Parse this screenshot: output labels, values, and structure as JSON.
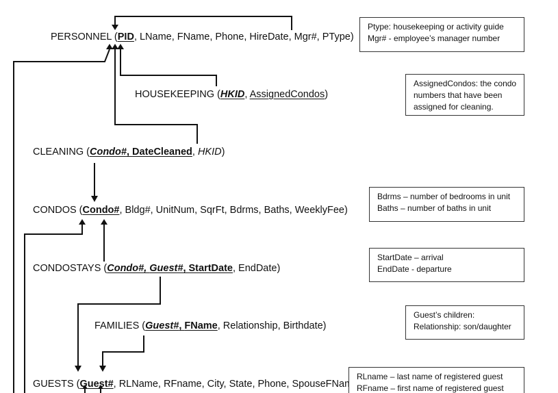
{
  "relations": {
    "personnel": {
      "name": "PERSONNEL",
      "key": "PID",
      "rest": ", LName, FName, Phone, HireDate, Mgr#, PType)"
    },
    "housekeeping": {
      "name": "HOUSEKEEPING",
      "key": "HKID",
      "sep": ", ",
      "key2": "AssignedCondos",
      "close": ")"
    },
    "cleaning": {
      "name": "CLEANING",
      "k1": "Condo#",
      "sep": ", ",
      "k2": "DateCleaned",
      "sep2": ", ",
      "fk": "HKID",
      "close": ")"
    },
    "condos": {
      "name": "CONDOS",
      "key": "Condo#",
      "rest": ", Bldg#, UnitNum, SqrFt, Bdrms, Baths, WeeklyFee)"
    },
    "condostays": {
      "name": "CONDOSTAYS",
      "k1": "Condo#",
      "sep1": ", ",
      "k2": "Guest#",
      "sep2": ", ",
      "k3": "StartDate",
      "rest": ", EndDate)"
    },
    "families": {
      "name": "FAMILIES",
      "k1": "Guest#",
      "sep": ", ",
      "k2": "FName",
      "rest": ", Relationship, Birthdate)"
    },
    "guests": {
      "name": "GUESTS",
      "key": "Guest#",
      "rest": ", RLName, RFname, City, State, Phone, SpouseFName)"
    }
  },
  "notes": {
    "personnel": [
      "Ptype: housekeeping or activity guide",
      "Mgr# - employee’s manager number"
    ],
    "housekeeping": [
      "AssignedCondos: the condo",
      "numbers that have been",
      "assigned for cleaning."
    ],
    "condos": [
      "Bdrms – number of bedrooms in unit",
      "Baths – number of baths in unit"
    ],
    "condostays": [
      "StartDate – arrival",
      "EndDate - departure"
    ],
    "families": [
      "Guest’s children:",
      "Relationship: son/daughter"
    ],
    "guests": [
      "RLname – last name of registered guest",
      "RFname – first name of registered guest"
    ]
  }
}
